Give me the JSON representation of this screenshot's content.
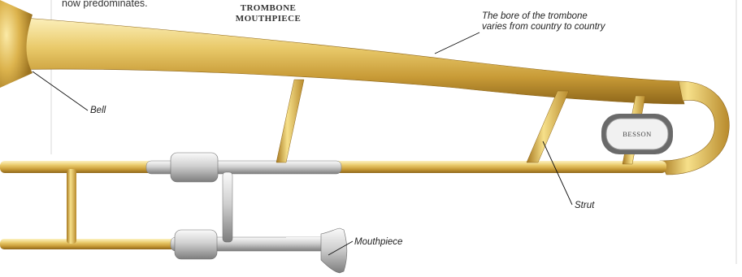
{
  "intro_text": {
    "line_fragment": "now predominates."
  },
  "section_heading": {
    "line1": "TROMBONE",
    "line2": "MOUTHPIECE"
  },
  "labels": {
    "bore_line1": "The bore of the trombone",
    "bore_line2": "varies from country to country",
    "bell": "Bell",
    "strut": "Strut",
    "mouthpiece": "Mouthpiece"
  },
  "badge": {
    "brand": "BESSON"
  },
  "colors": {
    "brass_light": "#f6e08a",
    "brass_mid": "#d9b24a",
    "brass_dark": "#9a6f1c",
    "silver_light": "#f2f2f2",
    "silver_dark": "#8a8a8a",
    "rule": "#d8d8d8"
  }
}
